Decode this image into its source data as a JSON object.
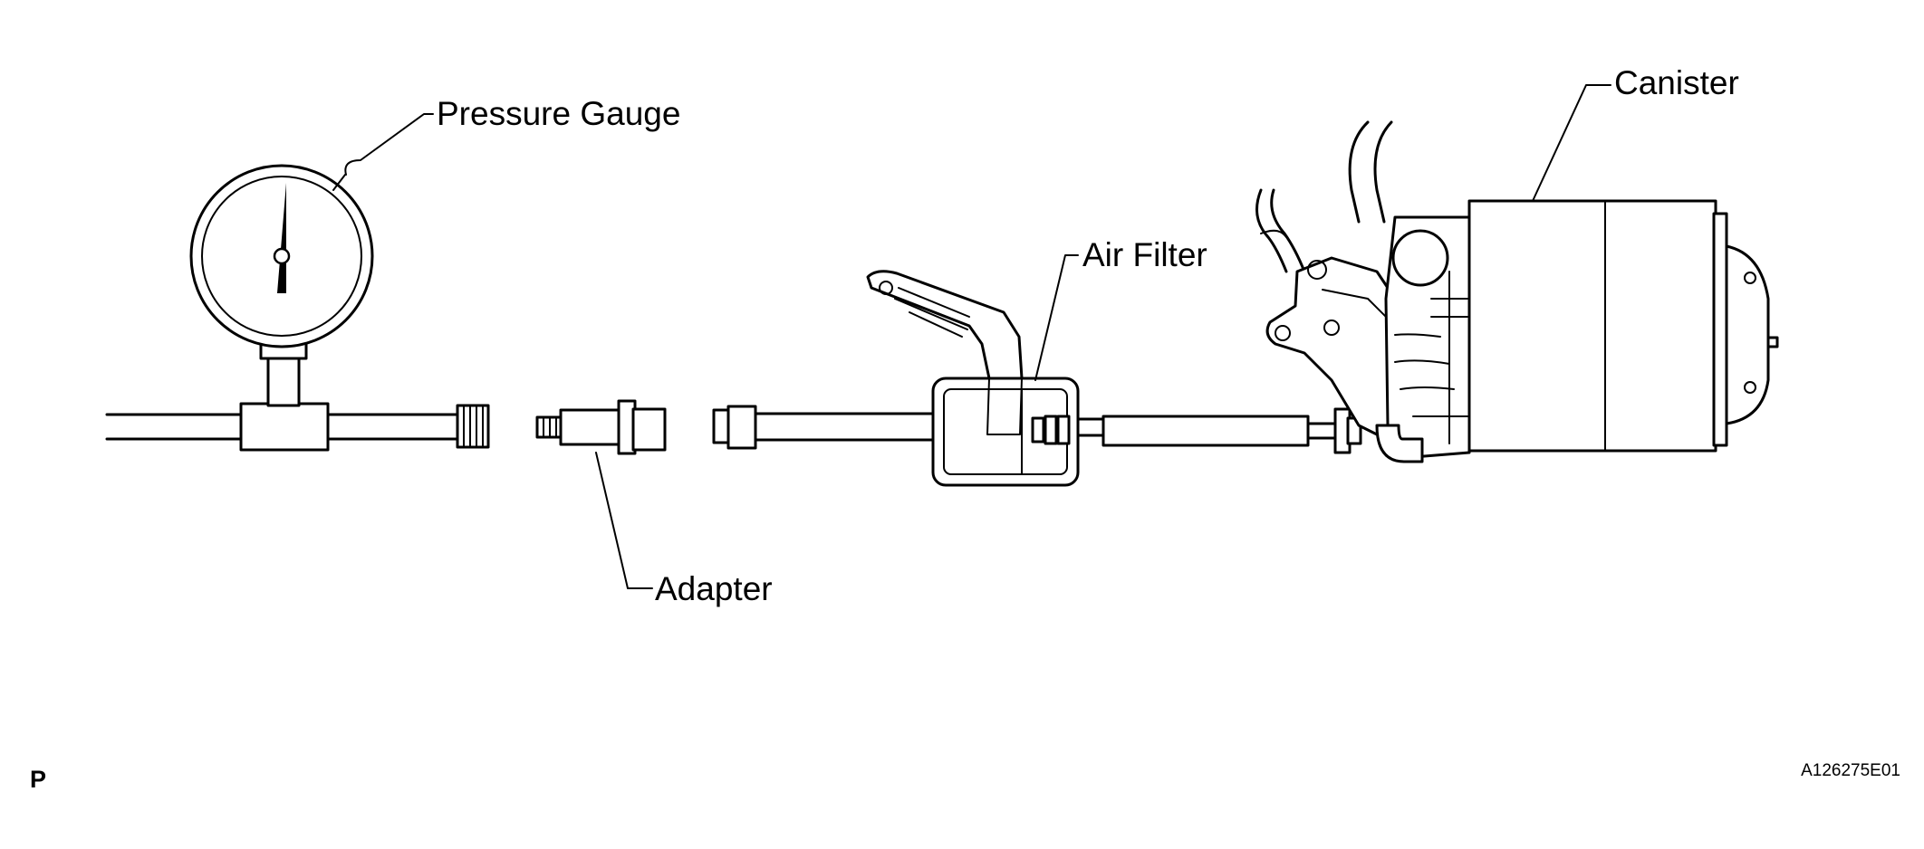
{
  "labels": {
    "pressure_gauge": "Pressure Gauge",
    "adapter": "Adapter",
    "air_filter": "Air Filter",
    "canister": "Canister"
  },
  "corner_mark": "P",
  "figure_code": "A126275E01"
}
